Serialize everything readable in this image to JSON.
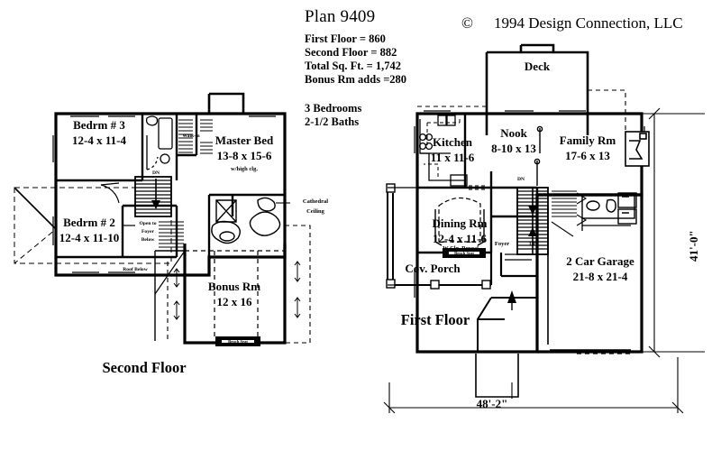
{
  "header": {
    "plan_title": "Plan 9409",
    "copyright_symbol": "©",
    "copyright_text": "1994 Design Connection, LLC",
    "specs": [
      "First Floor = 860",
      "Second Floor = 882",
      "Total Sq. Ft. = 1,742",
      "Bonus Rm adds =280"
    ],
    "bedrooms": "3 Bedrooms",
    "baths": "2-1/2 Baths"
  },
  "second_floor": {
    "label": "Second Floor",
    "rooms": [
      {
        "name": "Bedrm # 3",
        "dim": "12-4 x 11-4"
      },
      {
        "name": "Bedrm # 2",
        "dim": "12-4 x 11-10"
      },
      {
        "name": "Master Bed",
        "dim": "13-8 x 15-6",
        "note": "w/high clg."
      },
      {
        "name": "Bonus Rm",
        "dim": "12 x 16"
      }
    ],
    "annotations": {
      "walk_in": "Walk-in",
      "down_stairs": "DN",
      "open_to_foyer": "Open to",
      "open_to_foyer2": "Foyer",
      "open_to_foyer3": "Below",
      "roof_below": "Roof Below",
      "cathedral1": "Cathedral",
      "cathedral2": "Ceiling",
      "bench_seat": "Bench Seat"
    }
  },
  "first_floor": {
    "label": "First Floor",
    "rooms": [
      {
        "name": "Deck",
        "dim": ""
      },
      {
        "name": "Kitchen",
        "dim": "11 x 11-6"
      },
      {
        "name": "Nook",
        "dim": "8-10 x 13"
      },
      {
        "name": "Family Rm",
        "dim": "17-6 x 13"
      },
      {
        "name": "Dining Rm",
        "dim": "12-4 x 11-6",
        "note": "W Clg. Reveal"
      },
      {
        "name": "2 Car Garage",
        "dim": "21-8 x 21-4"
      },
      {
        "name": "Cov. Porch",
        "dim": ""
      }
    ],
    "annotations": {
      "foyer": "Foyer",
      "down_stairs": "DN",
      "up_stairs": "UP",
      "bench_seat": "Bench Seat"
    },
    "dimensions": {
      "width": "48'-2\"",
      "depth": "41'-0\""
    }
  },
  "colors": {
    "ink": "#000000",
    "paper": "#ffffff",
    "wall": "#000000"
  }
}
